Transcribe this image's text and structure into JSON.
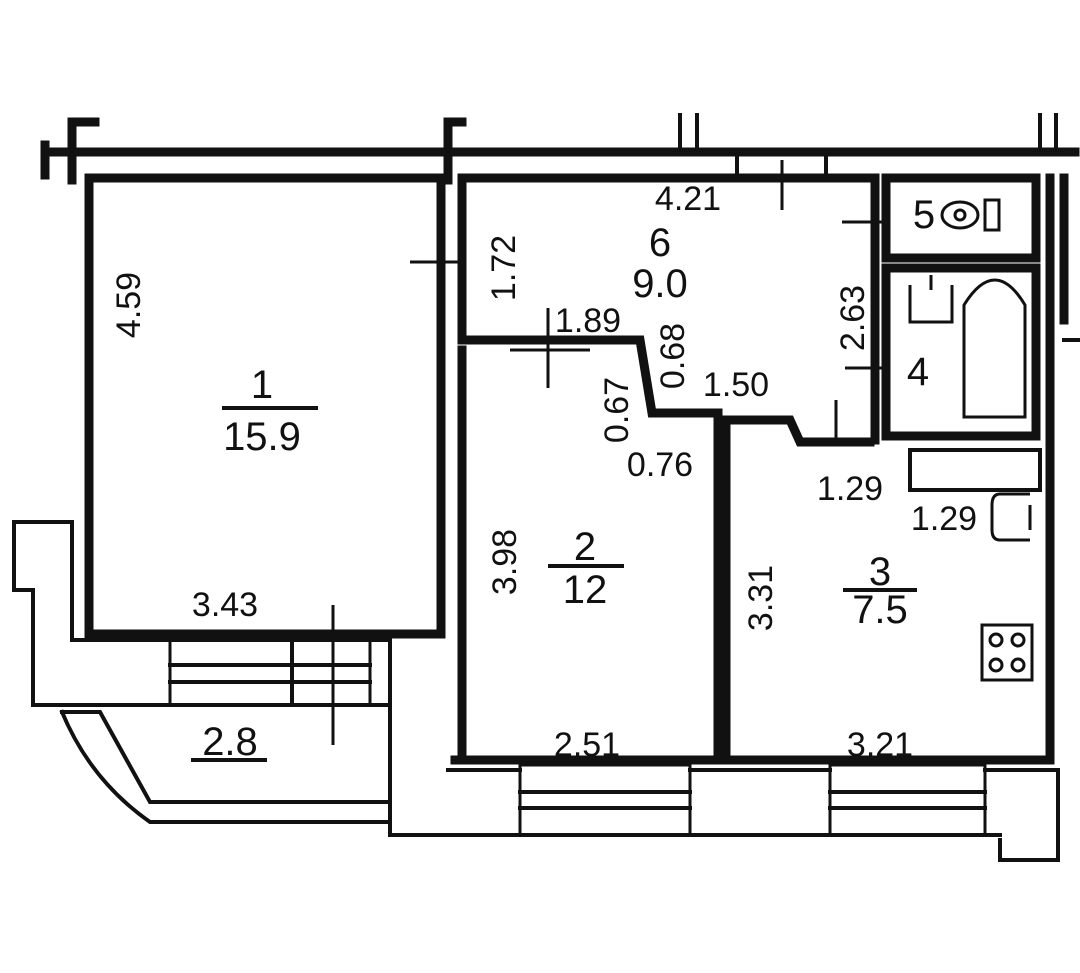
{
  "rooms": [
    {
      "number": "1",
      "area": "15.9"
    },
    {
      "number": "2",
      "area": "12"
    },
    {
      "number": "3",
      "area": "7.5"
    },
    {
      "number": "4"
    },
    {
      "number": "5"
    },
    {
      "number": "6",
      "area": "9.0"
    }
  ],
  "balcony": {
    "area": "2.8"
  },
  "dimensions": {
    "room1_width": "3.43",
    "room1_length": "4.59",
    "room6_width": "4.21",
    "room6_depth": "1.72",
    "corridor_width": "1.89",
    "corridor_step_a": "0.68",
    "corridor_step_b": "0.67",
    "corridor_length": "1.50",
    "door_gap": "0.76",
    "room2_width": "2.51",
    "room2_length": "3.98",
    "room3_width": "3.21",
    "room3_length": "3.31",
    "room3_niche_a": "1.29",
    "room3_niche_b": "1.29",
    "bath_length": "2.63"
  }
}
